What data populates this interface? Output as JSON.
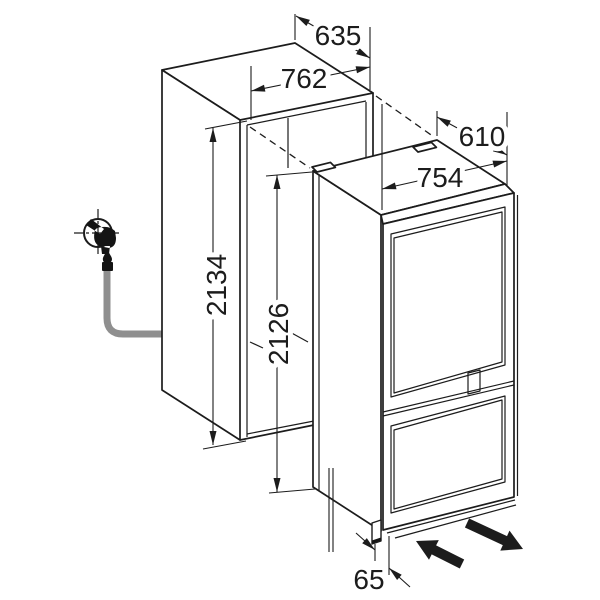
{
  "diagram": {
    "labels": {
      "niche_depth": "635",
      "niche_width": "762",
      "niche_height": "2134",
      "appliance_depth": "610",
      "appliance_width": "754",
      "appliance_height": "2126",
      "plinth_recess": "65"
    },
    "colors": {
      "line": "#1c1c1c",
      "hose": "#8f8f8f",
      "background": "#ffffff"
    }
  }
}
